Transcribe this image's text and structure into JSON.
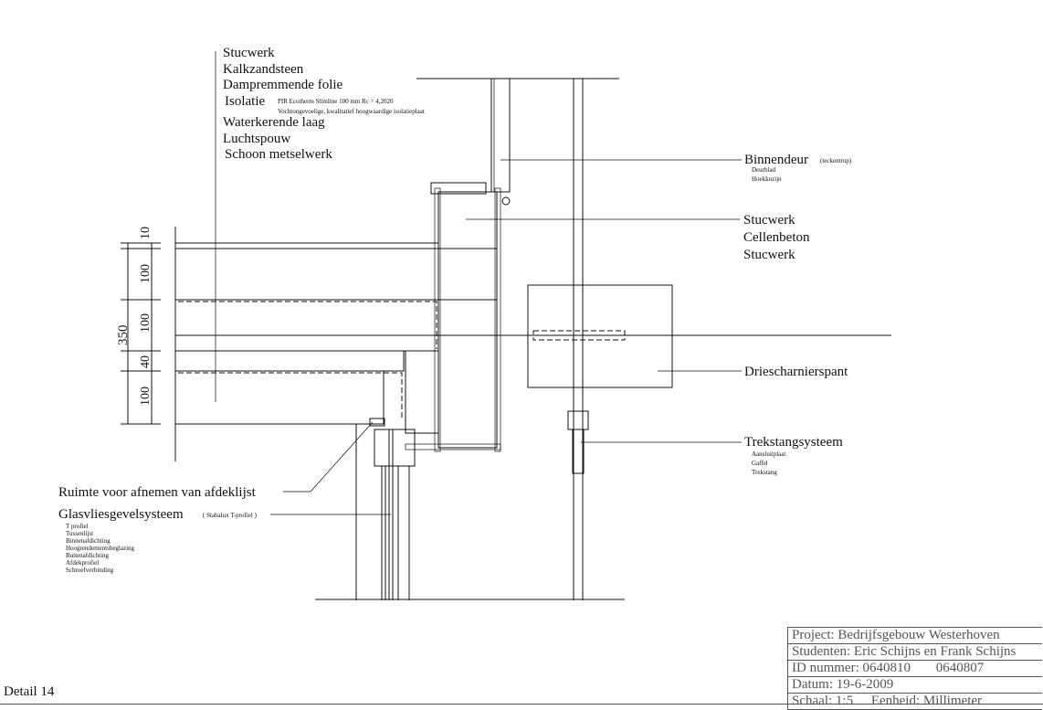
{
  "layers_left": {
    "items": [
      "Stucwerk",
      "Kalkzandsteen",
      "Dampremmende folie",
      "Isolatie",
      "Waterkerende laag",
      "Luchtspouw",
      "Schoon metselwerk"
    ],
    "isolatie_spec": "PIR Ecotherm Slimline  100 mm   Rc = 4,2020",
    "isolatie_note": "Vochtongevoelige, kwalitatief hoogwaardige isolatieplaat"
  },
  "dimensions": {
    "total": "350",
    "parts": [
      "10",
      "100",
      "100",
      "40",
      "100"
    ]
  },
  "binnendeur": {
    "title": "Binnendeur",
    "brand": "(teckentrup)",
    "subs": [
      "Deurblad",
      "Hoekkozijn"
    ]
  },
  "wall_right": {
    "items": [
      "Stucwerk",
      "Cellenbeton",
      "Stucwerk"
    ]
  },
  "spant": {
    "label": "Driescharnierspant"
  },
  "trekstang": {
    "title": "Trekstangsysteem",
    "subs": [
      "Aansluitplaat",
      "Gaffel",
      "Trekstang"
    ]
  },
  "afdeklijst": {
    "label": "Ruimte voor afnemen van afdeklijst"
  },
  "gevel": {
    "title": "Glasvliesgevelsysteem",
    "brand": "( Stabalux T-profiel )",
    "subs": [
      "T profiel",
      "Tussenlijst",
      "Binnenafdichting",
      "Hoogrendementsbeglazing",
      "Buitenafdichting",
      "Afdekprofiel",
      "Schroefverbinding"
    ]
  },
  "titleblock": {
    "project": "Project: Bedrijfsgebouw Westerhoven",
    "students": "Studenten: Eric Schijns en Frank Schijns",
    "id_label": "ID nummer: 0640810",
    "id_second": "0640807",
    "date": "Datum: 19-6-2009",
    "scale": "Schaal:    1:5",
    "unit": "Eenheid: Millimeter"
  },
  "detail": "Detail 14"
}
